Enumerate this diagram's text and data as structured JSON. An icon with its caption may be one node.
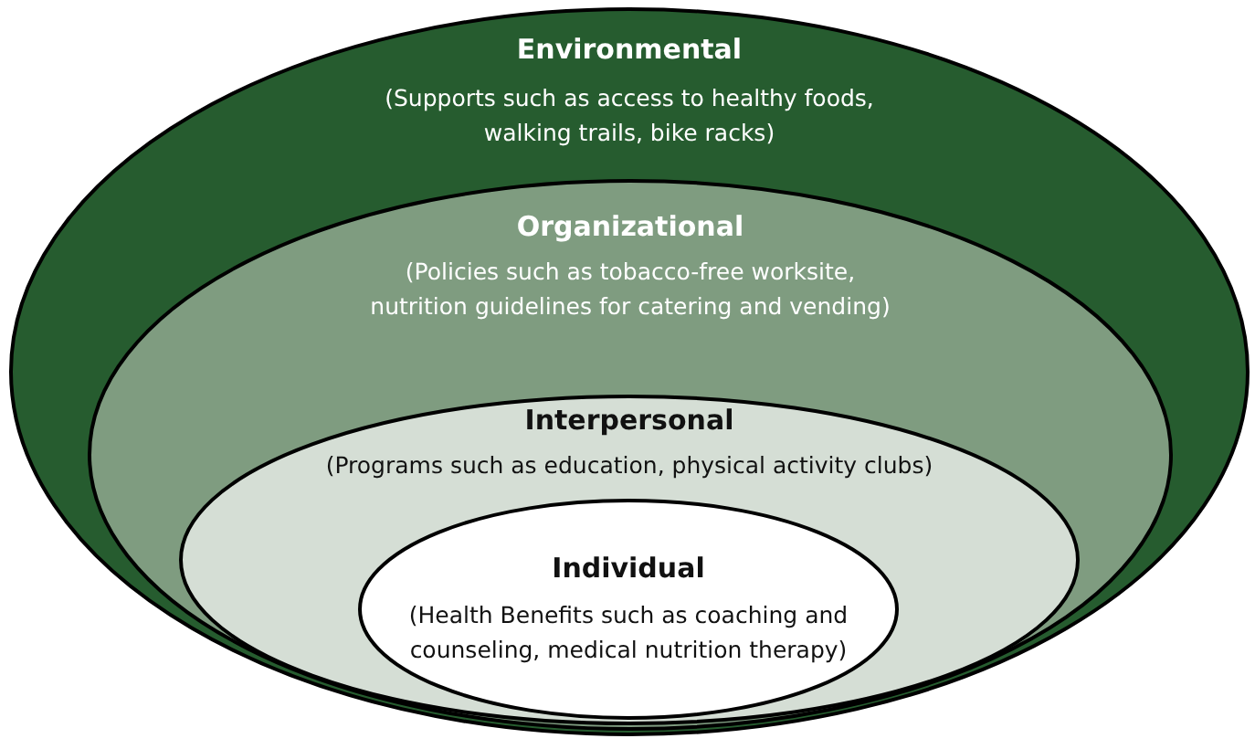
{
  "diagram": {
    "nodes": [
      {
        "text": [
          "Environmental",
          "(Supports such as access to healthy foods, walking trails, bike racks)"
        ]
      },
      {
        "text": [
          "Organizational",
          "(Policies such as tobacco-free worksite, nutrition guidelines for catering and vending)"
        ],
        "in": 0
      },
      {
        "text": [
          "Interpersonal",
          "(Programs such as education, physical activity clubs)"
        ],
        "in": 1
      },
      {
        "text": [
          "Individual",
          "(Health Benefits such as coaching and counseling, medical nutrition therapy)"
        ],
        "in": 2
      }
    ]
  }
}
